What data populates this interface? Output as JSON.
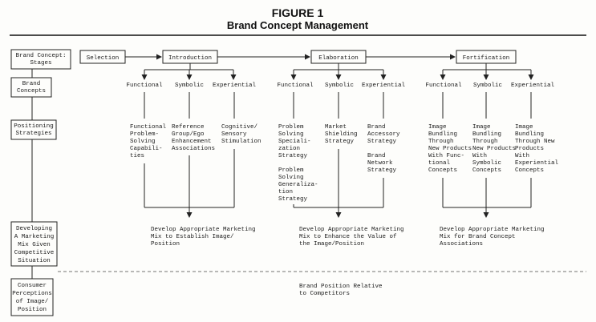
{
  "figure": {
    "label": "FIGURE 1",
    "title": "Brand Concept Management"
  },
  "left_column": {
    "stages_box": [
      "Brand Concept:",
      "Stages"
    ],
    "concepts_box": [
      "Brand",
      "Concepts"
    ],
    "positioning_box": [
      "Positioning",
      "Strategies"
    ],
    "developing_box": [
      "Developing",
      "A Marketing",
      "Mix Given",
      "Competitive",
      "Situation"
    ],
    "perceptions_box": [
      "Consumer",
      "Perceptions",
      "of Image/",
      "Position"
    ]
  },
  "stages": {
    "selection": "Selection",
    "introduction": "Introduction",
    "elaboration": "Elaboration",
    "fortification": "Fortification"
  },
  "concept_labels": {
    "functional": "Functional",
    "symbolic": "Symbolic",
    "experiential": "Experiential"
  },
  "strategies": {
    "intro_functional": [
      "Functional",
      "Problem-",
      "Solving",
      "Capabili-",
      "ties"
    ],
    "intro_symbolic": [
      "Reference",
      "Group/Ego",
      "Enhancement",
      "Associations"
    ],
    "intro_experiential": [
      "Cognitive/",
      "Sensory",
      "Stimulation"
    ],
    "elab_functional": [
      "Problem",
      "Solving",
      "Speciali-",
      "zation",
      "Strategy",
      "",
      "Problem",
      "Solving",
      "Generaliza-",
      "tion",
      "Strategy"
    ],
    "elab_symbolic": [
      "Market",
      "Shielding",
      "Strategy"
    ],
    "elab_experiential": [
      "Brand",
      "Accessory",
      "Strategy",
      "",
      "Brand",
      "Network",
      "Strategy"
    ],
    "fort_functional": [
      "Image",
      "Bundling",
      "Through",
      "New Products",
      "With Func-",
      "tional",
      "Concepts"
    ],
    "fort_symbolic": [
      "Image",
      "Bundling",
      "Through",
      "New Products",
      "With",
      "Symbolic",
      "Concepts"
    ],
    "fort_experiential": [
      "Image",
      "Bundling",
      "Through New",
      "Products",
      "With",
      "Experiential",
      "Concepts"
    ]
  },
  "marketing_mix": {
    "introduction": [
      "Develop Appropriate Marketing",
      "Mix to Establish Image/",
      "Position"
    ],
    "elaboration": [
      "Develop Appropriate Marketing",
      "Mix to Enhance the Value of",
      "the Image/Position"
    ],
    "fortification": [
      "Develop Appropriate Marketing",
      "Mix for Brand Concept",
      "Associations"
    ]
  },
  "perception": [
    "Brand Position Relative",
    "to Competitors"
  ]
}
